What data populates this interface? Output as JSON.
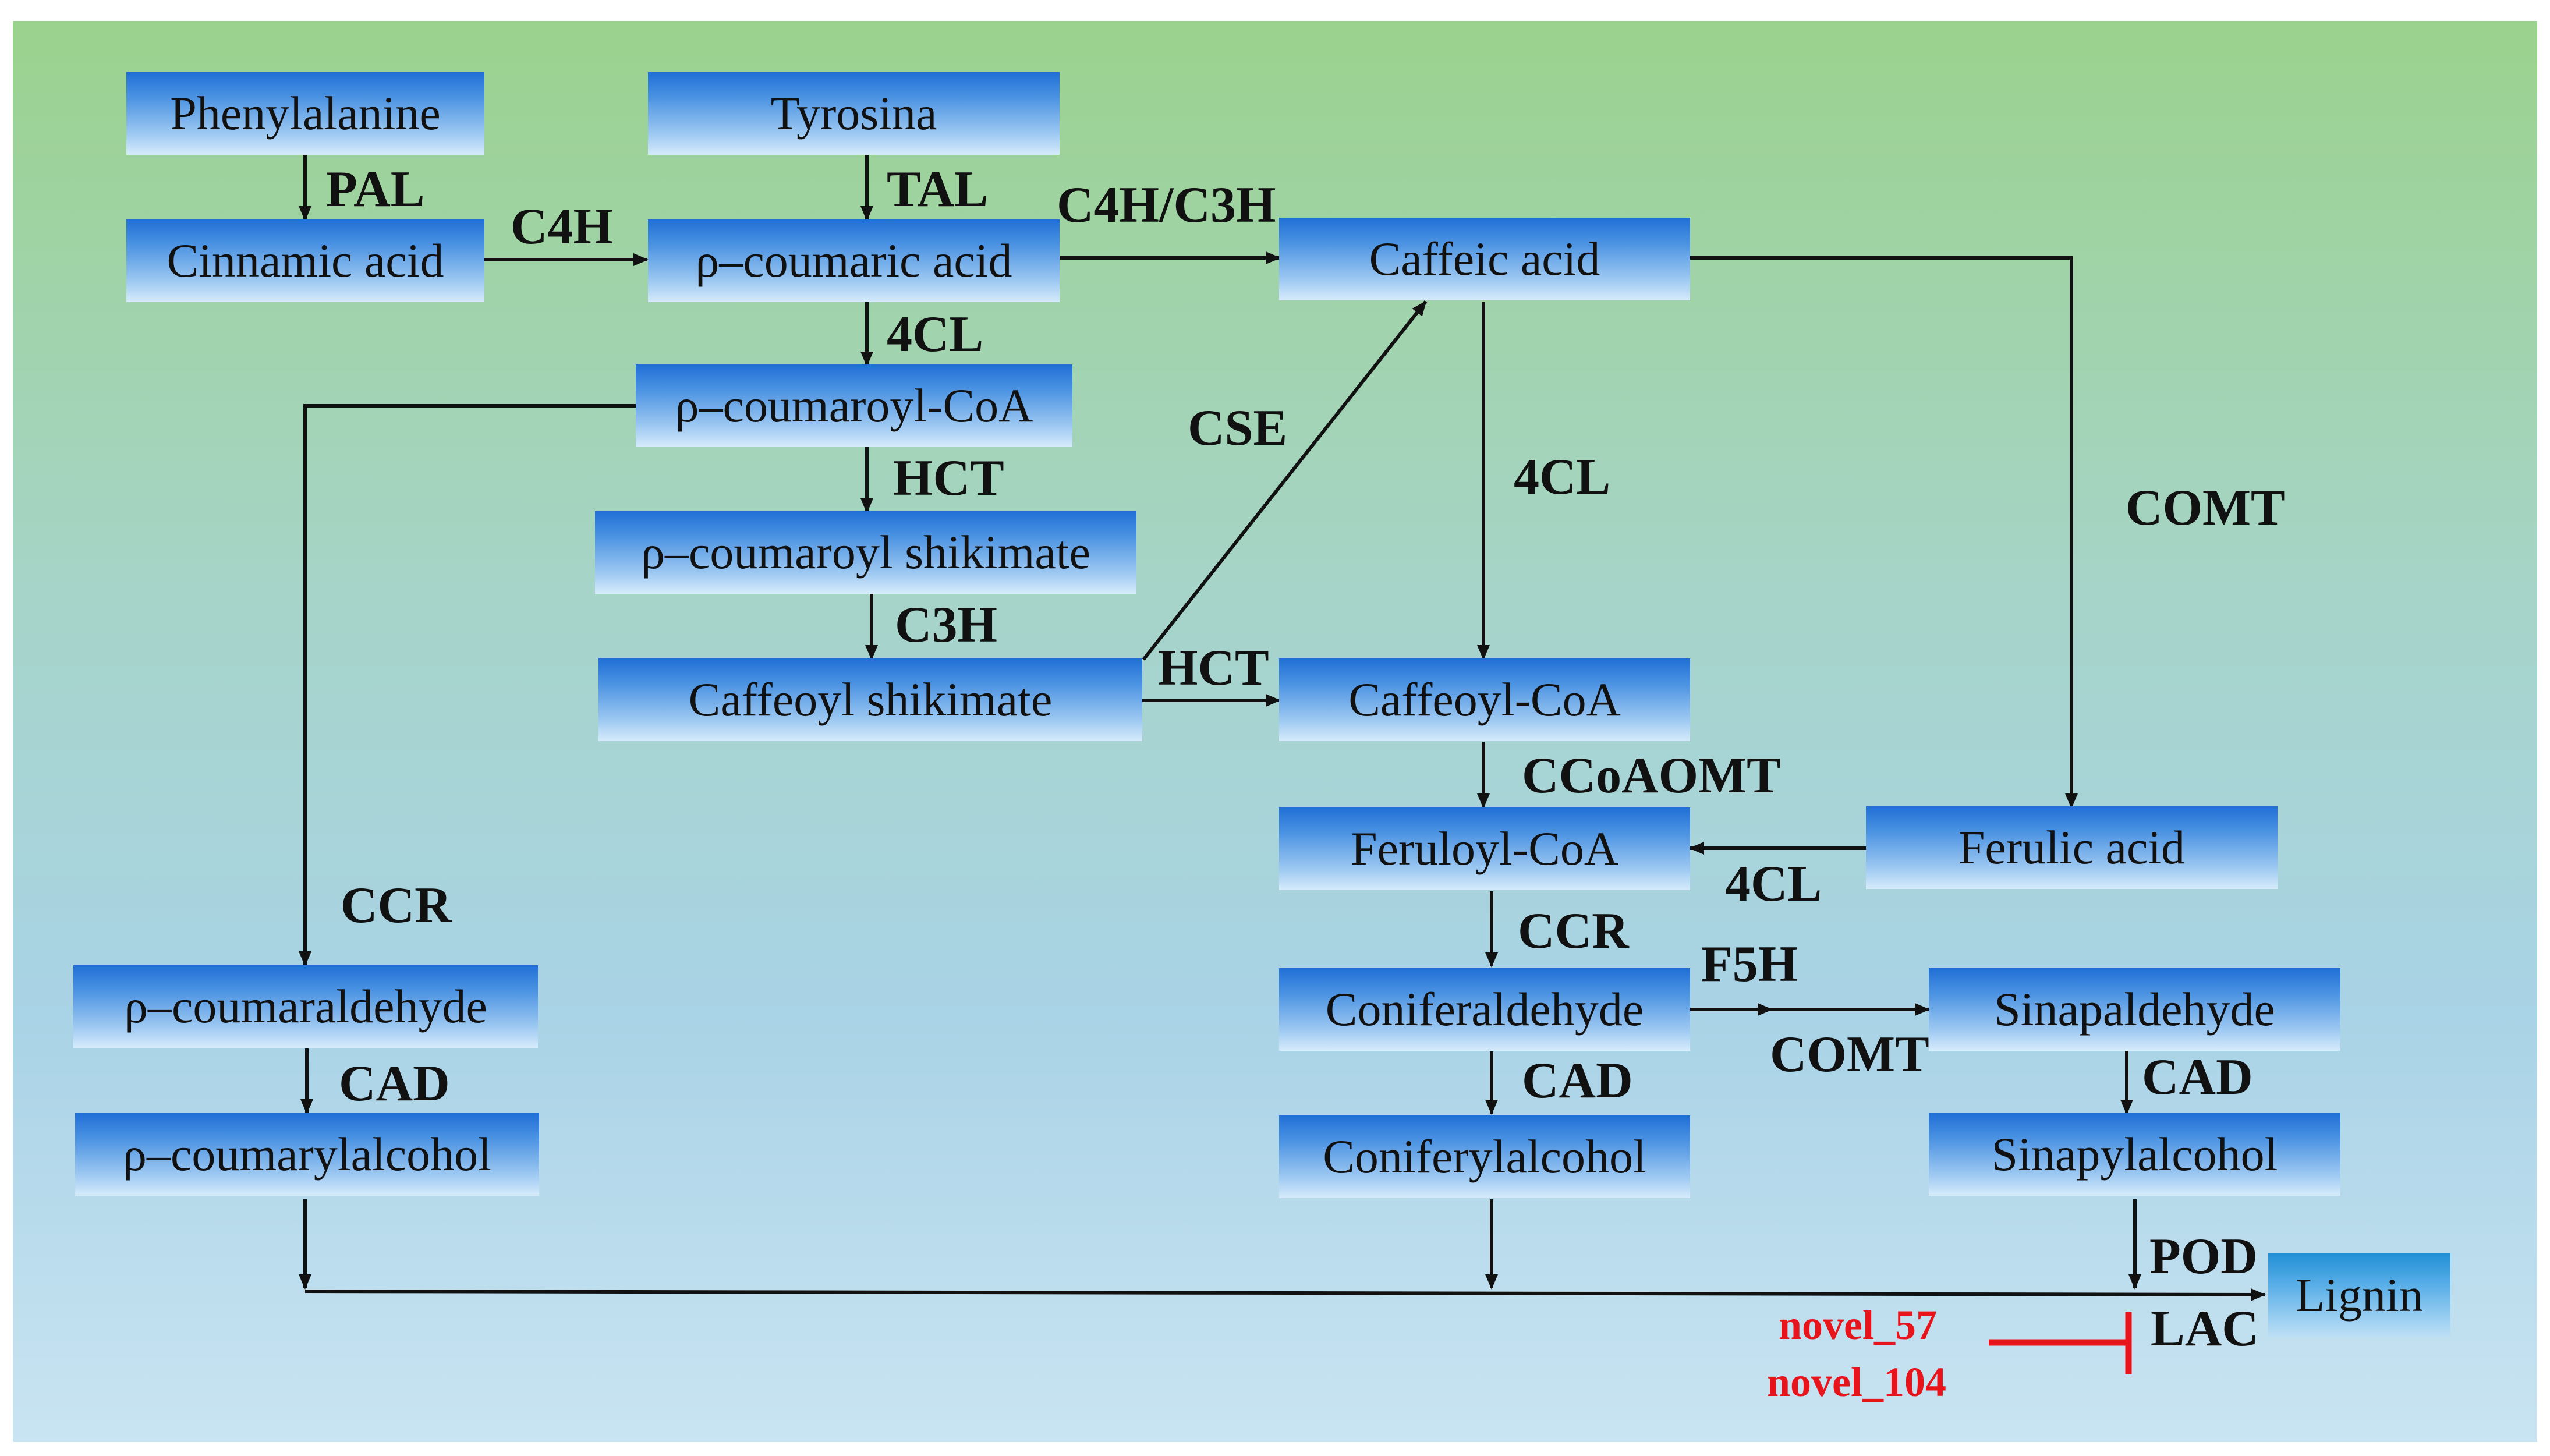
{
  "nodes": {
    "phenylalanine": "Phenylalanine",
    "tyrosina": "Tyrosina",
    "cinnamic_acid": "Cinnamic acid",
    "p_coumaric_acid": "ρ–coumaric acid",
    "caffeic_acid": "Caffeic acid",
    "p_coumaroyl_coa": "ρ–coumaroyl-CoA",
    "p_coumaroyl_shikimate": "ρ–coumaroyl shikimate",
    "caffeoyl_shikimate": "Caffeoyl shikimate",
    "caffeoyl_coa": "Caffeoyl-CoA",
    "feruloyl_coa": "Feruloyl-CoA",
    "ferulic_acid": "Ferulic acid",
    "p_coumaraldehyde": "ρ–coumaraldehyde",
    "p_coumarylalcohol": "ρ–coumarylalcohol",
    "coniferaldehyde": "Coniferaldehyde",
    "coniferylalcohol": "Coniferylalcohol",
    "sinapaldehyde": "Sinapaldehyde",
    "sinapylalcohol": "Sinapylalcohol",
    "lignin": "Lignin"
  },
  "enzymes": {
    "pal": "PAL",
    "tal": "TAL",
    "c4h": "C4H",
    "c4h_c3h": "C4H/C3H",
    "4cl_top": "4CL",
    "hct_top": "HCT",
    "c3h": "C3H",
    "cse": "CSE",
    "4cl_mid": "4CL",
    "comt_right": "COMT",
    "hct_mid": "HCT",
    "ccoaomt": "CCoAOMT",
    "4cl_ferulic": "4CL",
    "ccr_left": "CCR",
    "ccr_mid": "CCR",
    "f5h": "F5H",
    "comt_lower": "COMT",
    "cad_left": "CAD",
    "cad_mid": "CAD",
    "cad_right": "CAD",
    "pod": "POD",
    "lac": "LAC"
  },
  "inhibitors": {
    "novel_57": "novel_57",
    "novel_104": "novel_104"
  },
  "colors": {
    "box_top": "#1f6fd6",
    "box_bottom": "#d6ebfb",
    "background_top": "#9bd28d",
    "background_bottom": "#c9e4f2",
    "inhibitor": "#e8141c",
    "arrow": "#111111"
  }
}
